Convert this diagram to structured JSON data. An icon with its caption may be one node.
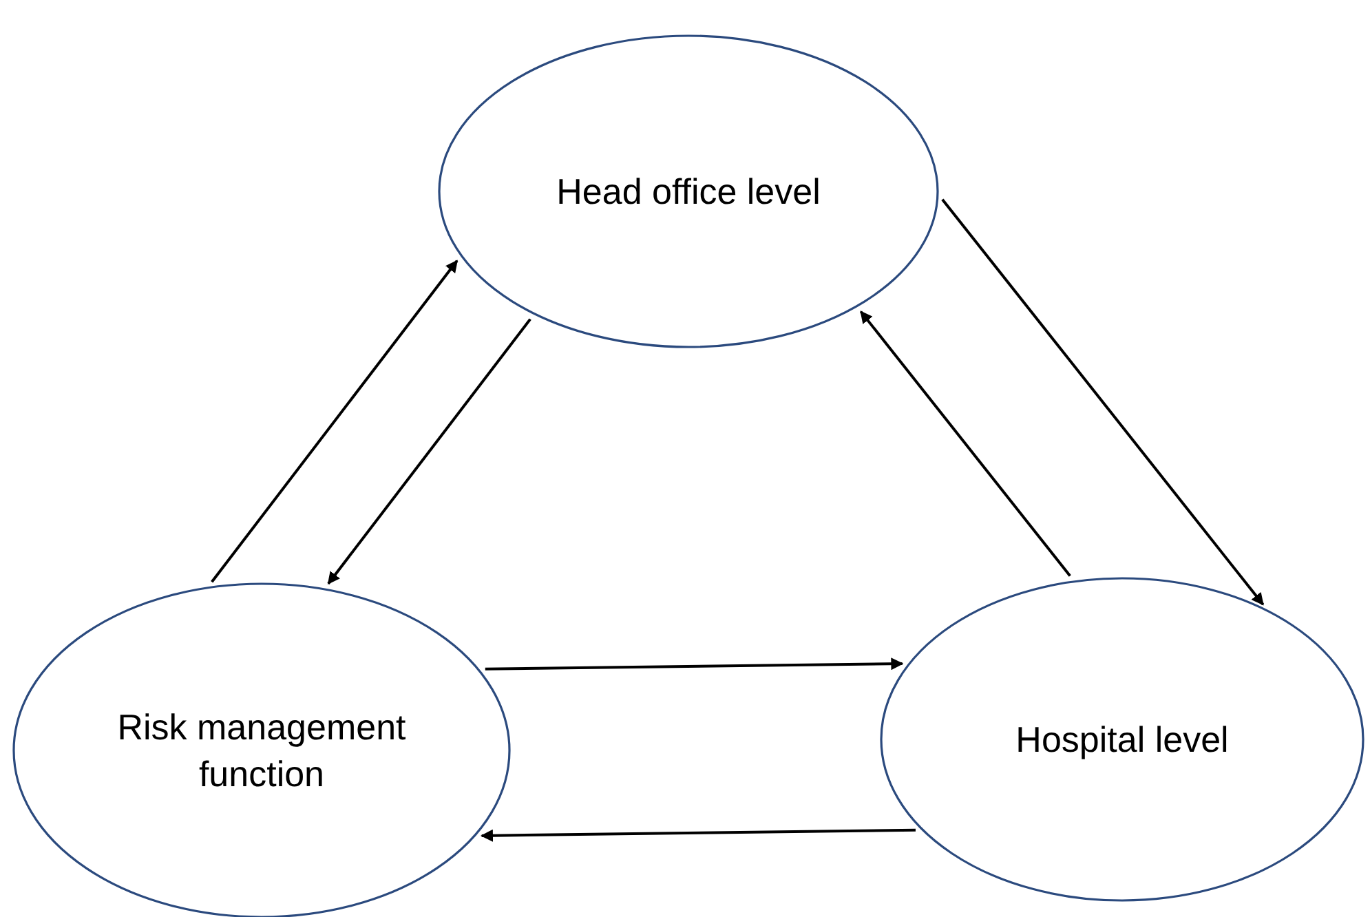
{
  "diagram": {
    "nodes": [
      {
        "text": [
          "Head office level"
        ]
      },
      {
        "text": [
          "Risk management function"
        ]
      },
      {
        "text": [
          "Hospital level"
        ]
      }
    ],
    "edges": [
      {
        "from": 1,
        "to": 0,
        "arrow": "to"
      },
      {
        "from": 0,
        "to": 1,
        "arrow": "to"
      },
      {
        "from": 0,
        "to": 2,
        "arrow": "to"
      },
      {
        "from": 2,
        "to": 0,
        "arrow": "to"
      },
      {
        "from": 1,
        "to": 2,
        "arrow": "to"
      },
      {
        "from": 2,
        "to": 1,
        "arrow": "to"
      }
    ]
  }
}
